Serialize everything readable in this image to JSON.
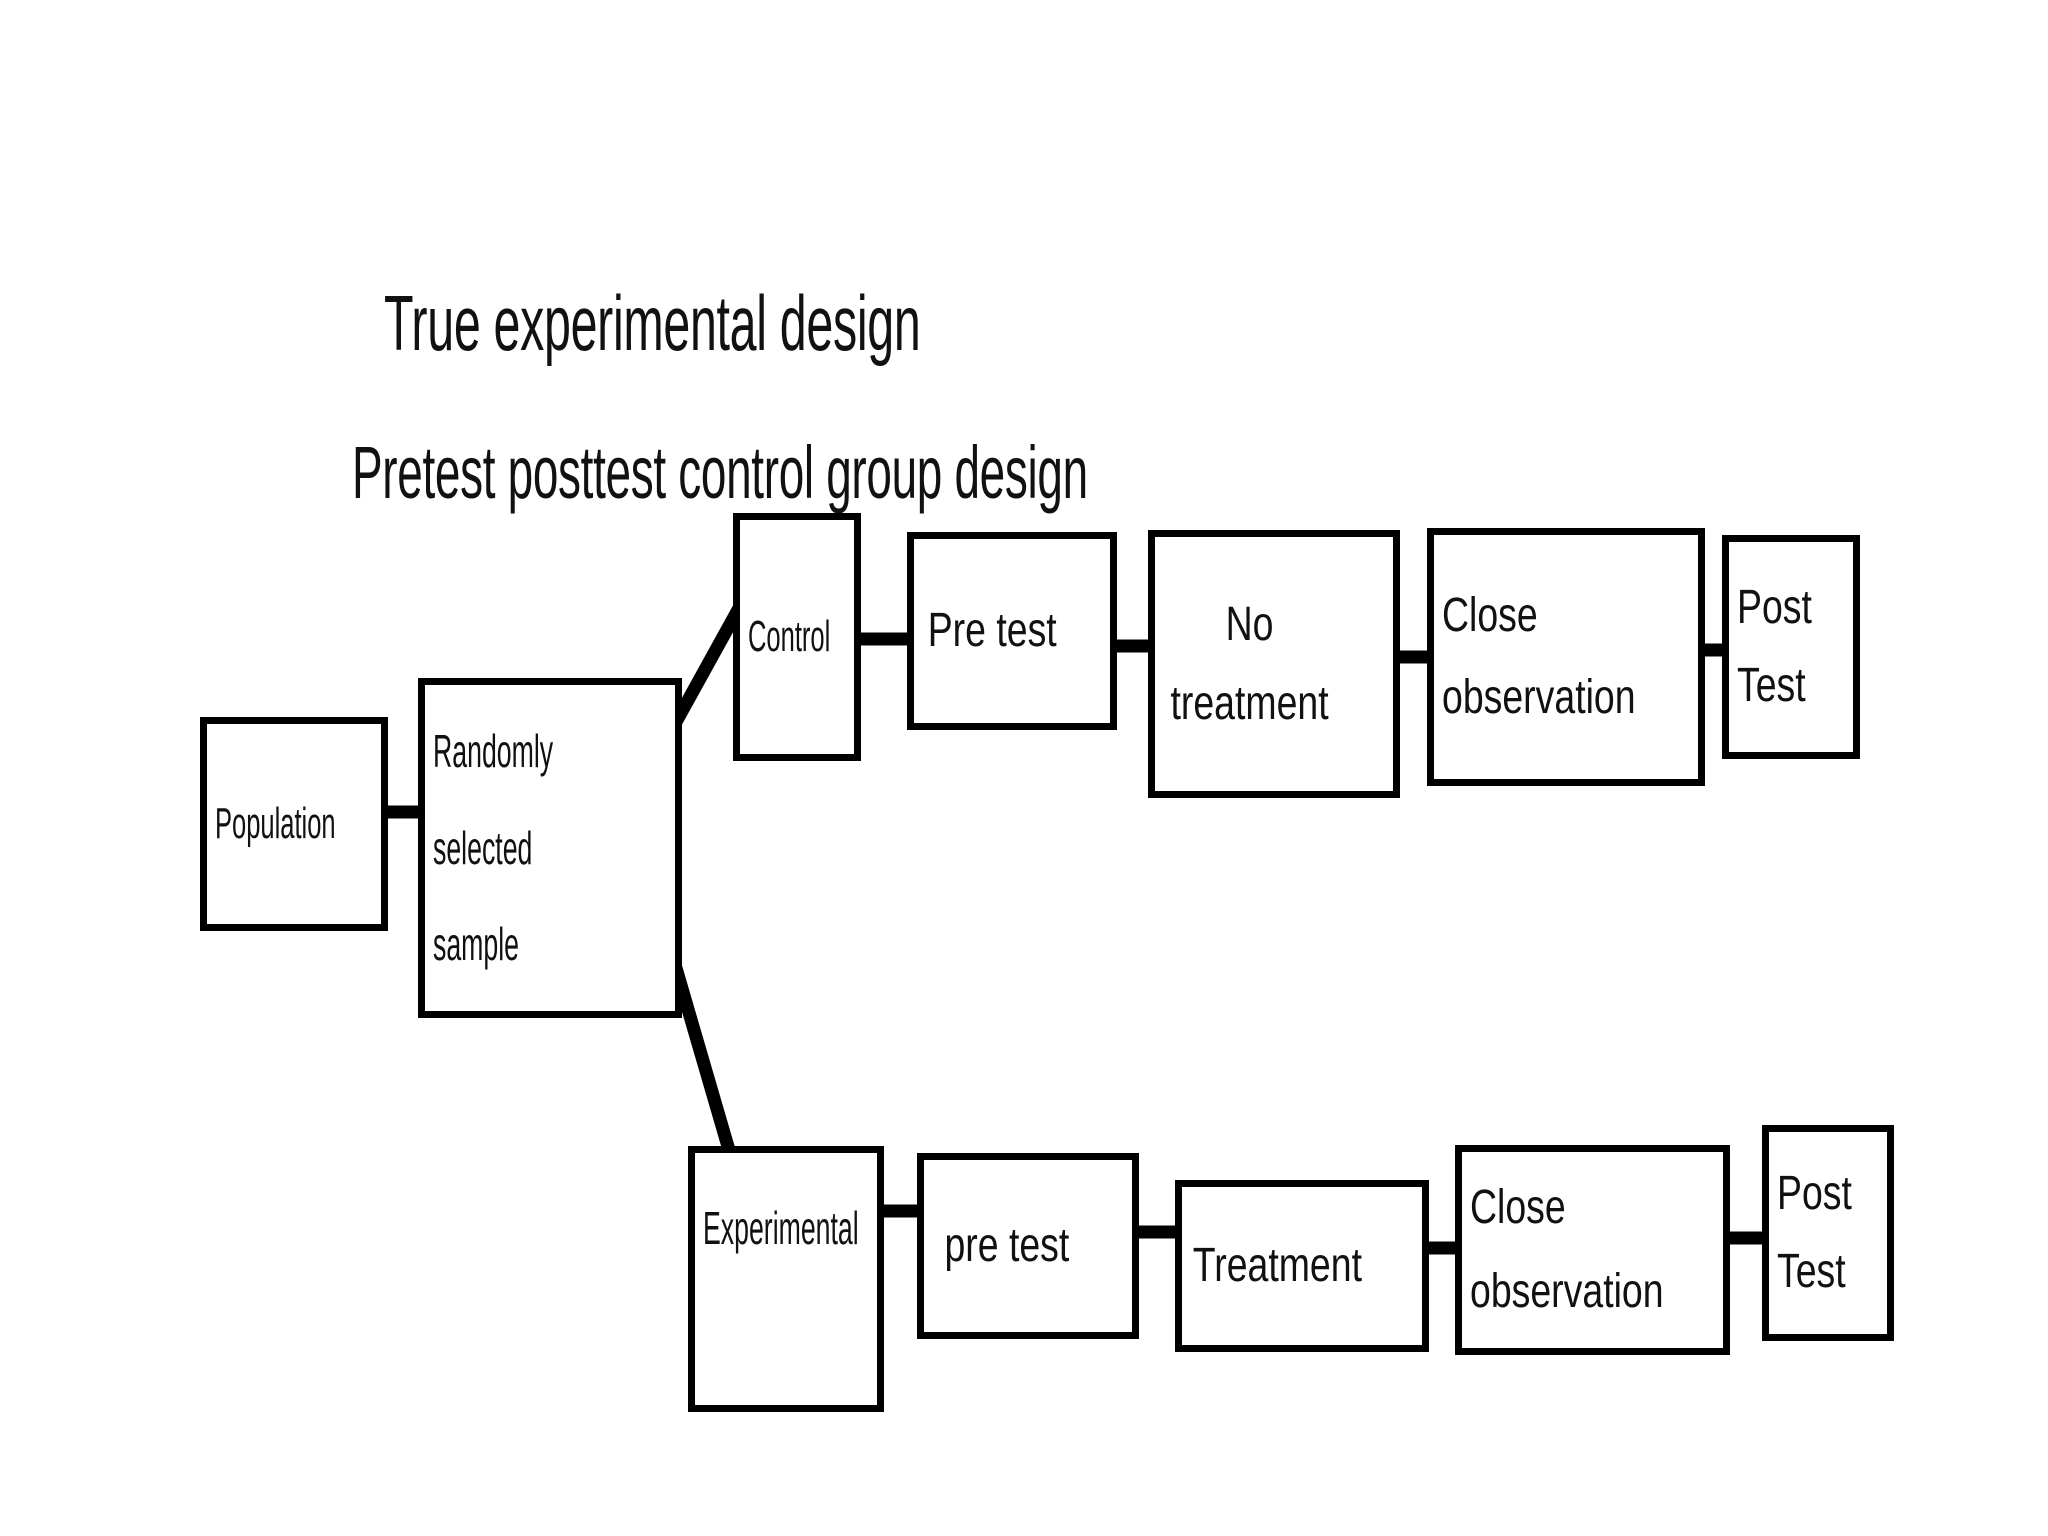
{
  "page": {
    "background": "#ffffff",
    "ink": "#111111",
    "title": "True experimental design",
    "subtitle": "Pretest posttest control group design"
  },
  "diagram": {
    "type": "flowchart",
    "nodes": [
      {
        "id": "population",
        "label": "Population"
      },
      {
        "id": "sample",
        "label": "Randomly selected sample"
      },
      {
        "id": "control",
        "label": "Control"
      },
      {
        "id": "control-pretest",
        "label": "Pre test"
      },
      {
        "id": "no-treatment",
        "label": "No treatment"
      },
      {
        "id": "control-observation",
        "label": "Close observation"
      },
      {
        "id": "control-posttest",
        "label": "Post Test"
      },
      {
        "id": "experimental",
        "label": "Experimental"
      },
      {
        "id": "exp-pretest",
        "label": "pre test"
      },
      {
        "id": "treatment",
        "label": "Treatment"
      },
      {
        "id": "exp-observation",
        "label": "Close observation"
      },
      {
        "id": "exp-posttest",
        "label": "Post Test"
      }
    ],
    "edges": [
      {
        "from": "population",
        "to": "sample"
      },
      {
        "from": "sample",
        "to": "control"
      },
      {
        "from": "sample",
        "to": "experimental"
      },
      {
        "from": "control",
        "to": "control-pretest"
      },
      {
        "from": "control-pretest",
        "to": "no-treatment"
      },
      {
        "from": "no-treatment",
        "to": "control-observation"
      },
      {
        "from": "control-observation",
        "to": "control-posttest"
      },
      {
        "from": "experimental",
        "to": "exp-pretest"
      },
      {
        "from": "exp-pretest",
        "to": "treatment"
      },
      {
        "from": "treatment",
        "to": "exp-observation"
      },
      {
        "from": "exp-observation",
        "to": "exp-posttest"
      }
    ]
  }
}
